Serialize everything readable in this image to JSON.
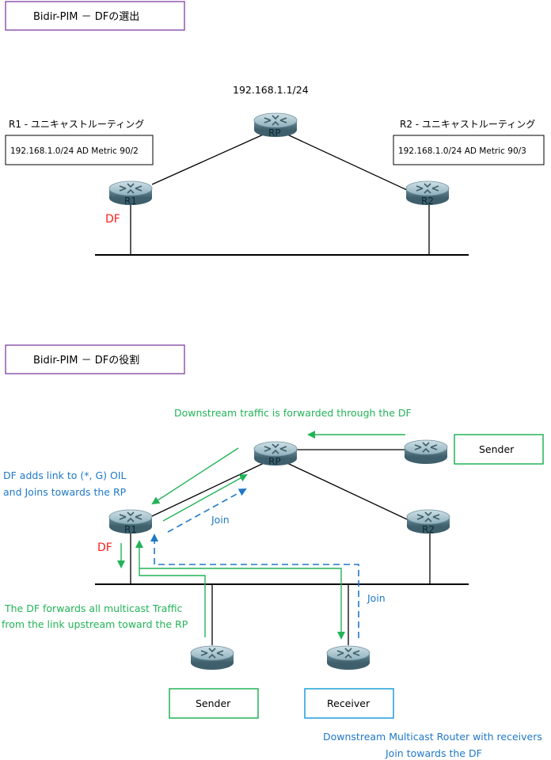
{
  "section1": {
    "title": "Bidir-PIM － DFの選出",
    "rp_address": "192.168.1.1/24",
    "r1_caption": "R1 - ユニキャストルーティング",
    "r1_route": "192.168.1.0/24  AD Metric 90/2",
    "r2_caption": "R2 - ユニキャストルーティング",
    "r2_route": "192.168.1.0/24  AD Metric 90/3",
    "df_label": "DF",
    "routers": {
      "rp": "RP",
      "r1": "R1",
      "r2": "R2"
    }
  },
  "section2": {
    "title": "Bidir-PIM － DFの役割",
    "downstream_note": "Downstream traffic is forwarded through the DF",
    "df_adds_line1": "DF adds link to (*, G) OIL",
    "df_adds_line2": "and Joins towards the RP",
    "join_label_1": "Join",
    "join_label_2": "Join",
    "df_label": "DF",
    "df_forwards_line1": "The DF forwards all multicast Traffic",
    "df_forwards_line2": "from the link upstream toward the RP",
    "sender_top": "Sender",
    "sender_bottom": "Sender",
    "receiver": "Receiver",
    "downstream_router_line1": "Downstream Multicast Router with receivers",
    "downstream_router_line2": "Join towards the DF",
    "routers": {
      "rp": "RP",
      "r1": "R1",
      "r2": "R2"
    }
  },
  "colors": {
    "green": "#22b357",
    "blue": "#1f78c8",
    "red": "#ff1a1a",
    "purple": "#7f3fa3",
    "router_body": "#5b7f8c"
  }
}
